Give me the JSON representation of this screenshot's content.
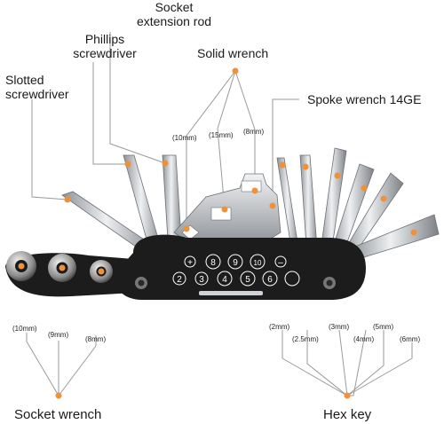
{
  "colors": {
    "accent": "#f0913a",
    "line": "#9a9a9a",
    "tool_body": "#1c1c1c",
    "steel": "#c9ccd0"
  },
  "labels": {
    "socket_rod": [
      "Socket",
      "extension rod"
    ],
    "phillips": [
      "Phillips",
      "screwdriver"
    ],
    "slotted": [
      "Slotted",
      "screwdriver"
    ],
    "solid_wrench": "Solid wrench",
    "spoke_wrench": "Spoke wrench 14GE",
    "socket_wrench": "Socket wrench",
    "hex_key": "Hex key"
  },
  "sizes": {
    "solid_wrench": [
      "(10mm)",
      "(15mm)",
      "(8mm)"
    ],
    "socket_wrench": [
      "(10mm)",
      "(9mm)",
      "(8mm)"
    ],
    "hex_key": [
      "(2mm)",
      "(2.5mm)",
      "(3mm)",
      "(4mm)",
      "(5mm)",
      "(6mm)"
    ]
  },
  "body_marks": {
    "top_row": [
      "+",
      "8",
      "9",
      "10",
      "–"
    ],
    "bottom_row": [
      "2",
      "3",
      "4",
      "5",
      "6"
    ]
  }
}
